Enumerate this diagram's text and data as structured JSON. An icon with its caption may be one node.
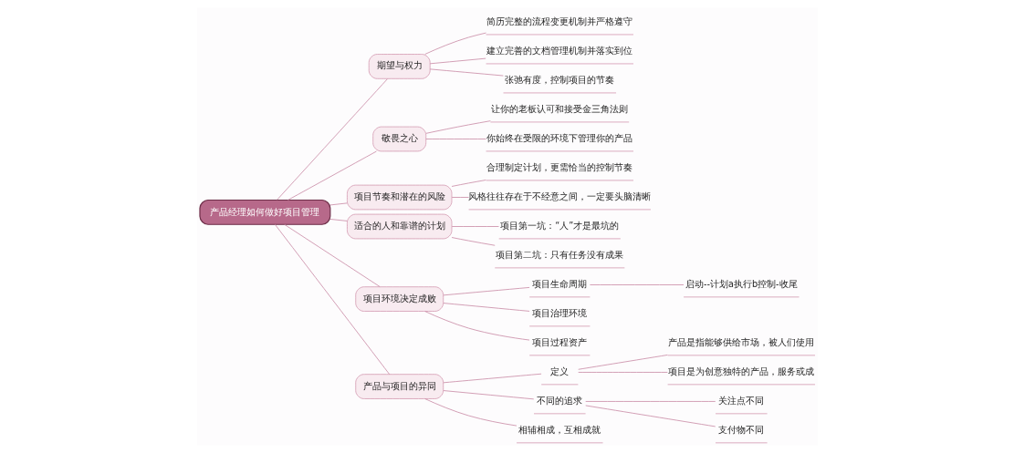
{
  "diagram": {
    "nodes": [
      {
        "text": [
          "产品经理如何做好项目管理"
        ]
      },
      {
        "text": [
          "期望与权力"
        ]
      },
      {
        "text": [
          "简历完整的流程变更机制并严格遵守"
        ]
      },
      {
        "text": [
          "建立完善的文档管理机制并落实到位"
        ]
      },
      {
        "text": [
          "张弛有度，控制项目的节奏"
        ]
      },
      {
        "text": [
          "敬畏之心"
        ]
      },
      {
        "text": [
          "让你的老板认可和接受金三角法则"
        ]
      },
      {
        "text": [
          "你始终在受限的环境下管理你的产品"
        ]
      },
      {
        "text": [
          "项目节奏和潜在的风险"
        ]
      },
      {
        "text": [
          "合理制定计划，更需恰当的控制节奏"
        ]
      },
      {
        "text": [
          "风格往往存在于不经意之间，一定要头脑清晰"
        ]
      },
      {
        "text": [
          "适合的人和靠谱的计划"
        ]
      },
      {
        "text": [
          "项目第一坑：“人”才是最坑的"
        ]
      },
      {
        "text": [
          "项目第二坑：只有任务没有成果"
        ]
      },
      {
        "text": [
          "项目环境决定成败"
        ]
      },
      {
        "text": [
          "项目生命周期"
        ]
      },
      {
        "text": [
          "启动--计划a执行b控制-收尾"
        ]
      },
      {
        "text": [
          "项目治理环境"
        ]
      },
      {
        "text": [
          "项目过程资产"
        ]
      },
      {
        "text": [
          "产品与项目的异同"
        ]
      },
      {
        "text": [
          "定义"
        ]
      },
      {
        "text": [
          "产品是指能够供给市场，被人们使用"
        ]
      },
      {
        "text": [
          "项目是为创意独特的产品，服务或成"
        ]
      },
      {
        "text": [
          "不同的追求"
        ]
      },
      {
        "text": [
          "关注点不同"
        ]
      },
      {
        "text": [
          "支付物不同"
        ]
      },
      {
        "text": [
          "相辅相成，互相成就"
        ]
      }
    ],
    "edges": [
      {
        "from": 0,
        "to": 1,
        "arrow": "none"
      },
      {
        "from": 1,
        "to": 2,
        "arrow": "none"
      },
      {
        "from": 1,
        "to": 3,
        "arrow": "none"
      },
      {
        "from": 1,
        "to": 4,
        "arrow": "none"
      },
      {
        "from": 0,
        "to": 5,
        "arrow": "none"
      },
      {
        "from": 5,
        "to": 6,
        "arrow": "none"
      },
      {
        "from": 5,
        "to": 7,
        "arrow": "none"
      },
      {
        "from": 0,
        "to": 8,
        "arrow": "none"
      },
      {
        "from": 8,
        "to": 9,
        "arrow": "none"
      },
      {
        "from": 8,
        "to": 10,
        "arrow": "none"
      },
      {
        "from": 0,
        "to": 11,
        "arrow": "none"
      },
      {
        "from": 11,
        "to": 12,
        "arrow": "none"
      },
      {
        "from": 11,
        "to": 13,
        "arrow": "none"
      },
      {
        "from": 0,
        "to": 14,
        "arrow": "none"
      },
      {
        "from": 14,
        "to": 15,
        "arrow": "none"
      },
      {
        "from": 15,
        "to": 16,
        "arrow": "none"
      },
      {
        "from": 14,
        "to": 17,
        "arrow": "none"
      },
      {
        "from": 14,
        "to": 18,
        "arrow": "none"
      },
      {
        "from": 0,
        "to": 19,
        "arrow": "none"
      },
      {
        "from": 19,
        "to": 20,
        "arrow": "none"
      },
      {
        "from": 20,
        "to": 21,
        "arrow": "none"
      },
      {
        "from": 20,
        "to": 22,
        "arrow": "none"
      },
      {
        "from": 19,
        "to": 23,
        "arrow": "none"
      },
      {
        "from": 23,
        "to": 24,
        "arrow": "none"
      },
      {
        "from": 23,
        "to": 25,
        "arrow": "none"
      },
      {
        "from": 19,
        "to": 26,
        "arrow": "none"
      }
    ]
  }
}
